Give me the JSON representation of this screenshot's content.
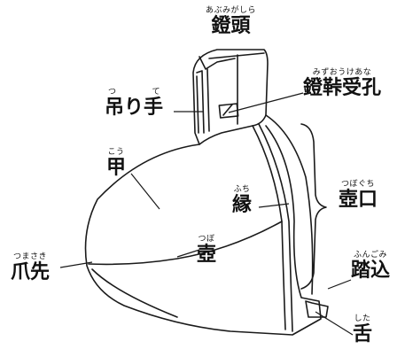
{
  "labels": {
    "abumigashira": {
      "kanji": "鐙頭",
      "ruby": "あぶみがしら"
    },
    "tsurite": {
      "kanji": "吊り手",
      "ruby_tsu": "つ",
      "ruby_te": "て"
    },
    "abumi_ukeana": {
      "kanji": "鐙鞐受孔",
      "ruby": "みずおうけあな"
    },
    "kou": {
      "kanji": "甲",
      "ruby": "こう"
    },
    "fuchi": {
      "kanji": "縁",
      "ruby": "ふち"
    },
    "tsubo": {
      "kanji": "壺",
      "ruby": "つぼ"
    },
    "tsumasaki": {
      "kanji": "爪先",
      "ruby": "つまさき"
    },
    "tsuboguchi": {
      "kanji": "壺口",
      "ruby": "つぼぐち"
    },
    "fungomi": {
      "kanji": "踏込",
      "ruby": "ふんごみ"
    },
    "shita": {
      "kanji": "舌",
      "ruby": "した"
    }
  },
  "colors": {
    "line": "#1a1a1a",
    "background": "#ffffff"
  }
}
